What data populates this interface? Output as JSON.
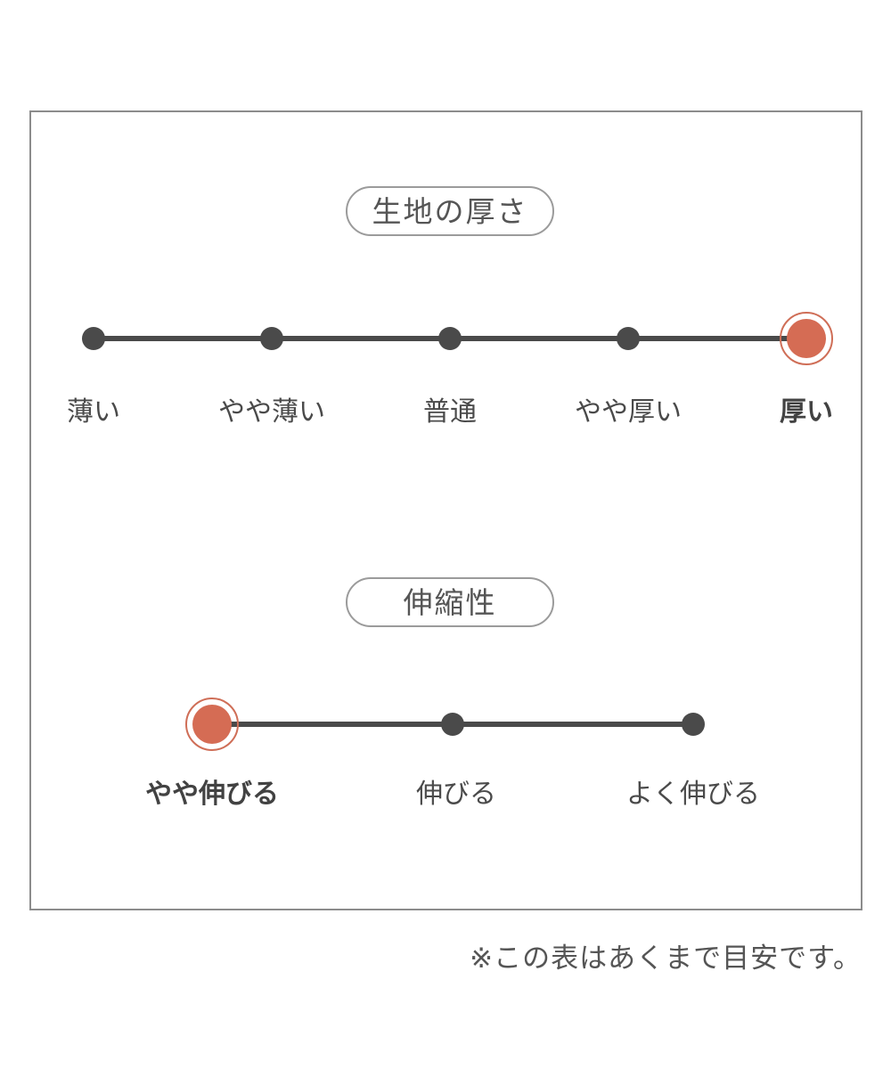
{
  "note": "※この表はあくまで目安です。",
  "colors": {
    "track": "#4a4a4a",
    "dot": "#4a4a4a",
    "selected_dot": "#d56c54",
    "selected_ring": "#cf6e57",
    "text": "#4a4a4a",
    "frame_border": "#8c8c8c",
    "pill_border": "#9b9b9b",
    "background": "#ffffff"
  },
  "chart_data": [
    {
      "type": "line",
      "title": "生地の厚さ",
      "categories": [
        "薄い",
        "やや薄い",
        "普通",
        "やや厚い",
        "厚い"
      ],
      "selected": "厚い",
      "selected_index": 4,
      "num_levels": 5,
      "legend_position": "none",
      "grid": false
    },
    {
      "type": "line",
      "title": "伸縮性",
      "categories": [
        "やや伸びる",
        "伸びる",
        "よく伸びる"
      ],
      "selected": "やや伸びる",
      "selected_index": 0,
      "num_levels": 3,
      "legend_position": "none",
      "grid": false
    }
  ]
}
